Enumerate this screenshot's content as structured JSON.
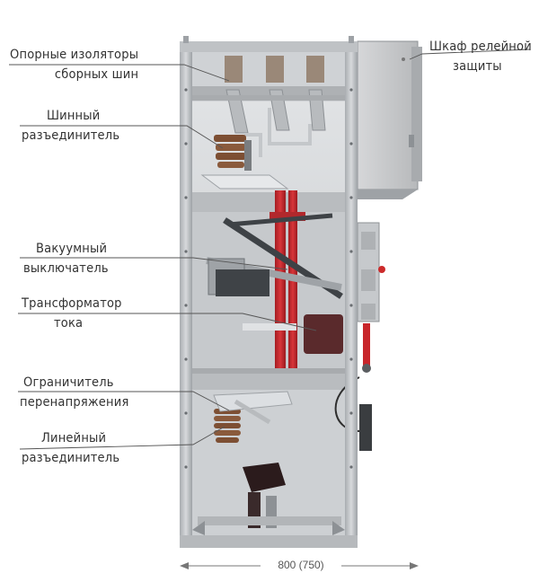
{
  "labels": {
    "busbar_insulators": [
      "Опорные изоляторы",
      "сборных шин"
    ],
    "bus_disconnector": [
      "Шинный",
      "разъединитель"
    ],
    "vacuum_breaker": [
      "Вакуумный",
      "выключатель"
    ],
    "current_transformer": [
      "Трансформатор",
      "тока"
    ],
    "surge_arrester": [
      "Ограничитель",
      "перенапряжения"
    ],
    "line_disconnector": [
      "Линейный",
      "разъединитель"
    ],
    "relay_cabinet": [
      "Шкаф релейной",
      "защиты"
    ]
  },
  "dimension": "800 (750)",
  "colors": {
    "frame": "#b9bcbf",
    "frame_dark": "#8d9195",
    "interior": "#d6d8db",
    "busbar_red": "#c8262b",
    "insulator_brown": "#8a5a3c",
    "cabinet": "#c9cacc",
    "leader": "#555555"
  }
}
